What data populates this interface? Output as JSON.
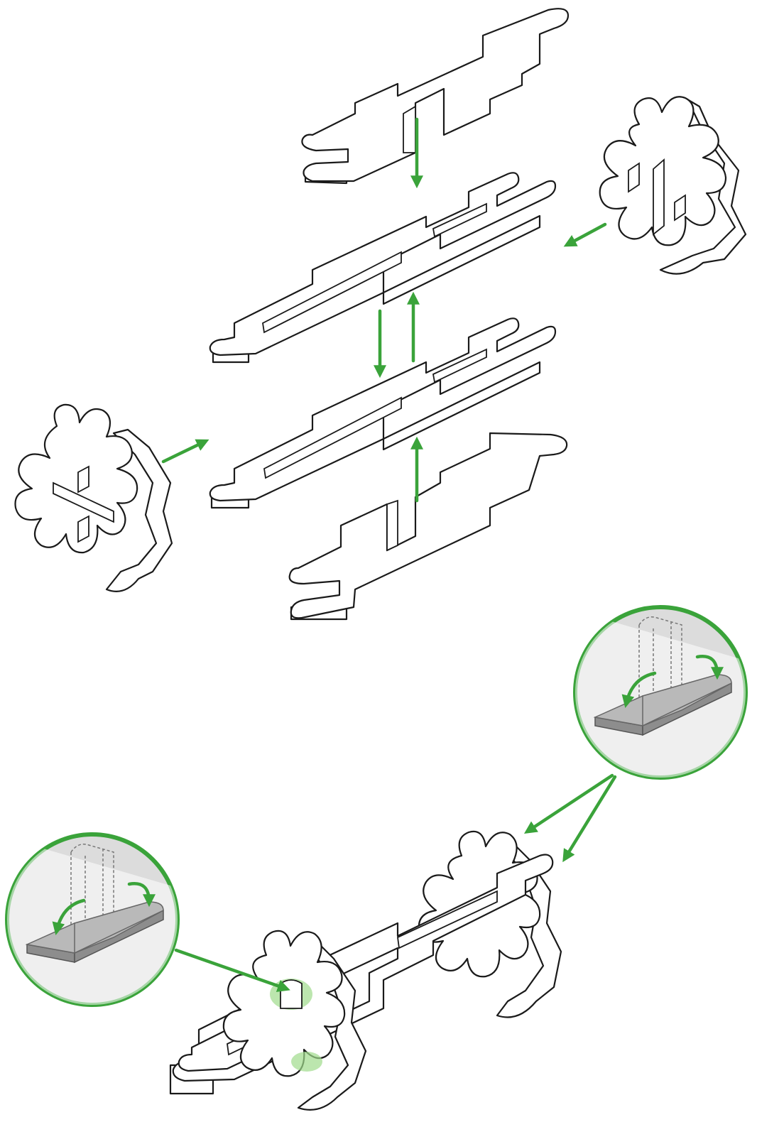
{
  "figure": {
    "kind": "exploded-assembly-diagram",
    "accent_color": "#3aa33a",
    "line_color": "#1a1a1a",
    "callout_fill": "#dcdcdc",
    "parts": [
      "top-fork-bar",
      "upper-slotted-plank",
      "lower-slotted-plank",
      "bottom-fork-bar",
      "left-gear",
      "right-gear",
      "assembled-unit"
    ],
    "callouts": [
      "fold-tabs-callout-right",
      "fold-tabs-callout-left"
    ],
    "icons": [
      "curved-arrow-icon",
      "straight-arrow-icon"
    ]
  }
}
